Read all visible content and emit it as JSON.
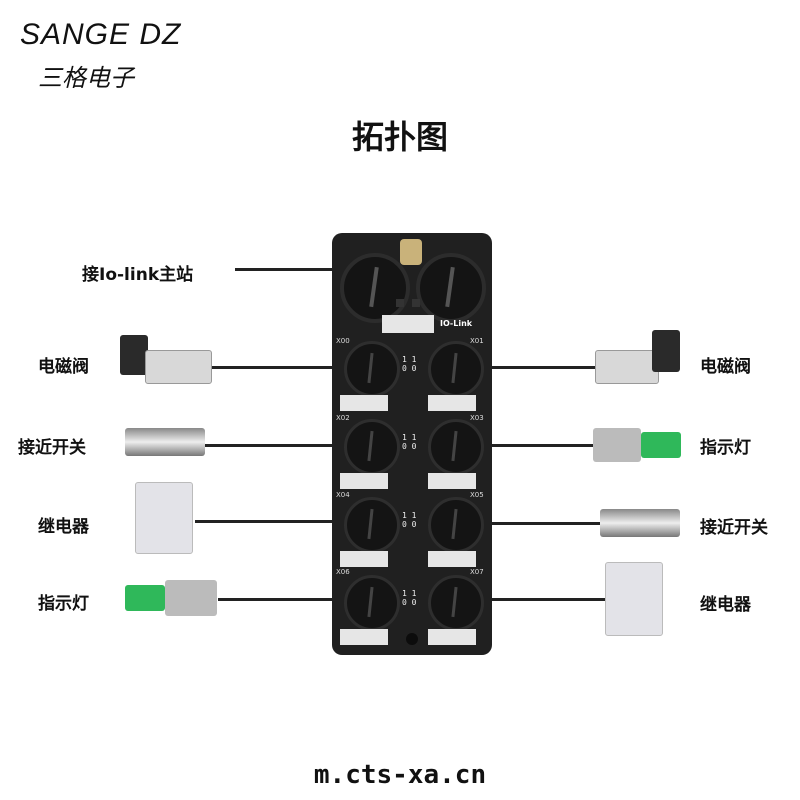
{
  "brand": {
    "name": "SANGE DZ",
    "name_cn": "三格电子"
  },
  "title": "拓扑图",
  "left_labels": [
    "接Io-link主站",
    "电磁阀",
    "接近开关",
    "继电器",
    "指示灯"
  ],
  "right_labels": [
    "电磁阀",
    "指示灯",
    "接近开关",
    "继电器"
  ],
  "module": {
    "logo": "IO-Link",
    "ports": [
      "X00",
      "X01",
      "X02",
      "X03",
      "X04",
      "X05",
      "X06",
      "X07"
    ],
    "led_top": "1 1",
    "led_bottom": "0 0"
  },
  "footer_url": "m.cts-xa.cn"
}
